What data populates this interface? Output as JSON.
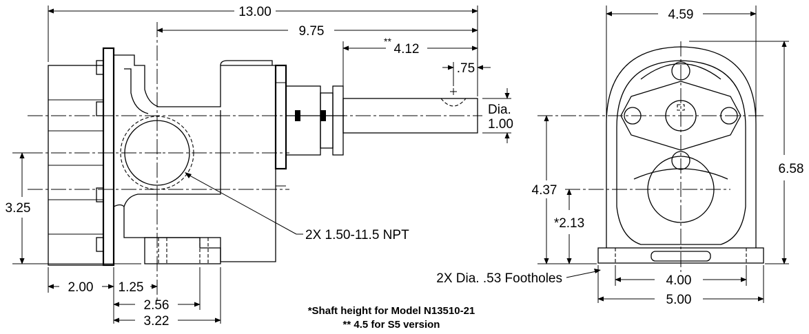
{
  "side_view": {
    "dim_overall_length": "13.00",
    "dim_port_to_shaft_end": "9.75",
    "dim_shaft_extension": "4.12",
    "dim_shaft_extension_mark": "**",
    "dim_keyway": ".75",
    "dim_shaft_dia_label": "Dia.",
    "dim_shaft_dia_value": "1.00",
    "dim_port_height": "3.25",
    "port_note": "2X 1.50-11.5 NPT",
    "dim_rear_offset": "2.00",
    "dim_foot_offset": "1.25",
    "dim_foot_span_1": "2.56",
    "dim_foot_span_2": "3.22"
  },
  "end_view": {
    "dim_width": "4.59",
    "dim_overall_height": "6.58",
    "dim_shaft_height": "4.37",
    "dim_port_center_height": "*2.13",
    "foothole_note": "2X Dia. .53 Footholes",
    "dim_foot_spacing": "4.00",
    "dim_base_width": "5.00"
  },
  "notes": {
    "note_1": "*Shaft height for Model N13510-21",
    "note_2": "** 4.5 for S5 version"
  }
}
